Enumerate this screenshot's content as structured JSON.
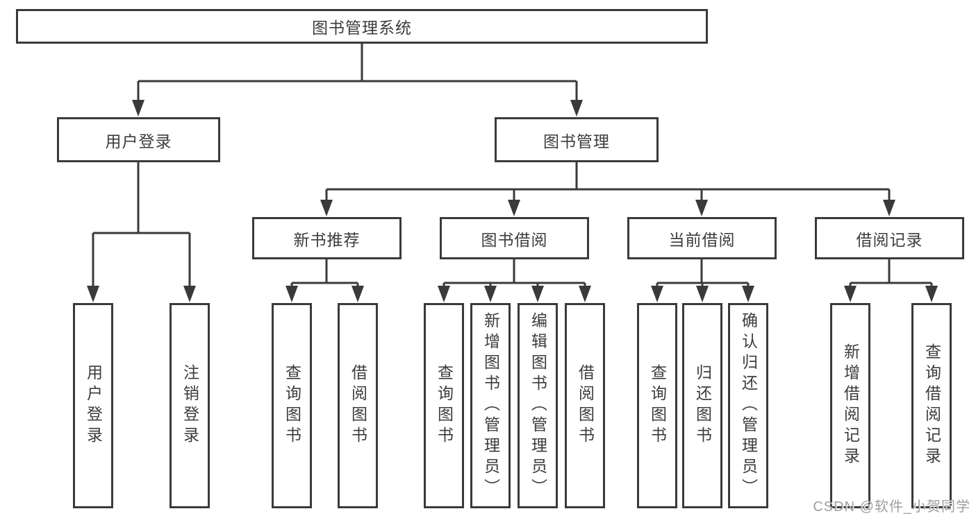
{
  "diagram": {
    "root": {
      "label": "图书管理系统"
    },
    "level2": [
      {
        "label": "用户登录",
        "children": [
          {
            "label": "用户登录"
          },
          {
            "label": "注销登录"
          }
        ]
      },
      {
        "label": "图书管理",
        "children": [
          {
            "label": "新书推荐",
            "children": [
              {
                "label": "查询图书"
              },
              {
                "label": "借阅图书"
              }
            ]
          },
          {
            "label": "图书借阅",
            "children": [
              {
                "label": "查询图书"
              },
              {
                "label": "新增图书（管理员）"
              },
              {
                "label": "编辑图书（管理员）"
              },
              {
                "label": "借阅图书"
              }
            ]
          },
          {
            "label": "当前借阅",
            "children": [
              {
                "label": "查询图书"
              },
              {
                "label": "归还图书"
              },
              {
                "label": "确认归还（管理员）"
              }
            ]
          },
          {
            "label": "借阅记录",
            "children": [
              {
                "label": "新增借阅记录"
              },
              {
                "label": "查询借阅记录"
              }
            ]
          }
        ]
      }
    ]
  },
  "watermark": {
    "text": "CSDN @软件_小贺同学"
  },
  "colors": {
    "line": "#3a3a3a",
    "box_border": "#3a3a3a",
    "text": "#3c3c3c",
    "watermark": "#9e9e9e",
    "background": "#ffffff"
  }
}
